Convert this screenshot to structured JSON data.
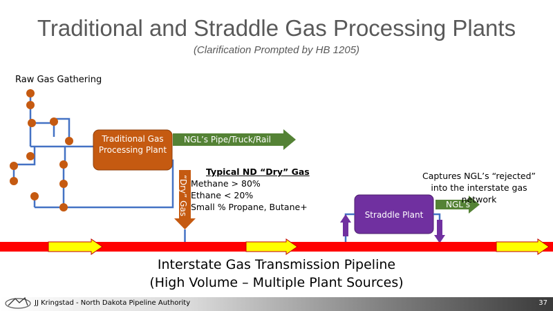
{
  "title": "Traditional and Straddle Gas Processing Plants",
  "subtitle": "(Clarification Prompted by HB 1205)",
  "raw_gas_label": "Raw Gas Gathering",
  "traditional_plant_label": "Traditional Gas Processing Plant",
  "ngl_pipe_label": "NGL’s Pipe/Truck/Rail",
  "dry_gas_label": "“Dry” Gas",
  "typical_gas": {
    "heading": "Typical ND “Dry” Gas",
    "lines": [
      "Methane > 80%",
      "Ethane < 20%",
      "Small % Propane, Butane+"
    ]
  },
  "captures_text": "Captures NGL’s “rejected” into the interstate gas network",
  "straddle_plant_label": "Straddle Plant",
  "ngl_short_label": "NGL’s",
  "pipeline_caption_line1": "Interstate Gas Transmission Pipeline",
  "pipeline_caption_line2": "(High Volume – Multiple Plant Sources)",
  "footer": "JJ Kringstad - North Dakota Pipeline Authority",
  "page_number": "37",
  "colors": {
    "gathering_line": "#4472c4",
    "well_dot": "#c55a11",
    "traditional_plant": "#c55a11",
    "ngl_arrow": "#548235",
    "straddle_plant": "#7030a0",
    "pipeline": "#ff0000",
    "flow_arrow": "#ffff00"
  }
}
